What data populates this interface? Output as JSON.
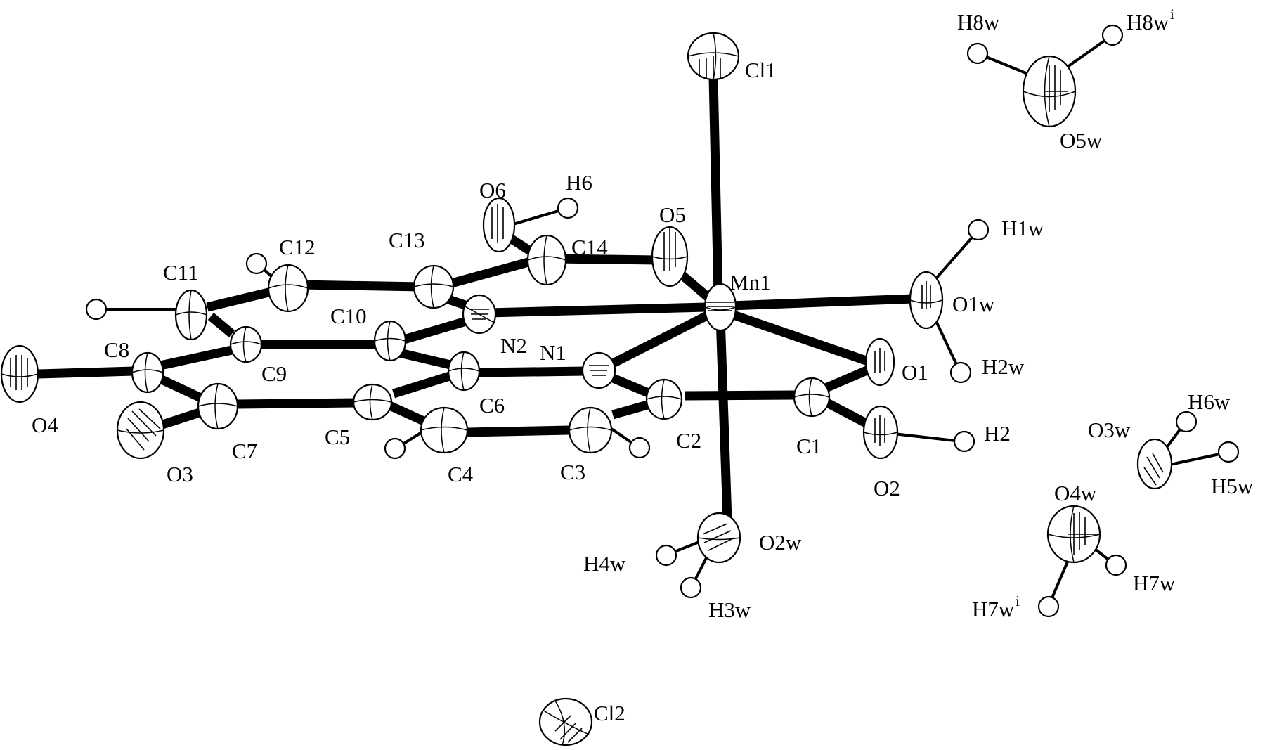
{
  "diagram": {
    "labels": {
      "Cl1": "Cl1",
      "Cl2": "Cl2",
      "Mn1": "Mn1",
      "N1": "N1",
      "N2": "N2",
      "O1": "O1",
      "O2": "O2",
      "O3": "O3",
      "O4": "O4",
      "O5": "O5",
      "O6": "O6",
      "C1": "C1",
      "C2": "C2",
      "C3": "C3",
      "C4": "C4",
      "C5": "C5",
      "C6": "C6",
      "C7": "C7",
      "C8": "C8",
      "C9": "C9",
      "C10": "C10",
      "C11": "C11",
      "C12": "C12",
      "C13": "C13",
      "C14": "C14",
      "H2": "H2",
      "H6": "H6",
      "O1w": "O1w",
      "O2w": "O2w",
      "O3w": "O3w",
      "O4w": "O4w",
      "O5w": "O5w",
      "H1w": "H1w",
      "H2w": "H2w",
      "H3w": "H3w",
      "H4w": "H4w",
      "H5w": "H5w",
      "H6w": "H6w",
      "H7w": "H7w",
      "H7wi": "H7w",
      "H8w": "H8w",
      "H8wi": "H8w",
      "sup_i": "i"
    }
  }
}
